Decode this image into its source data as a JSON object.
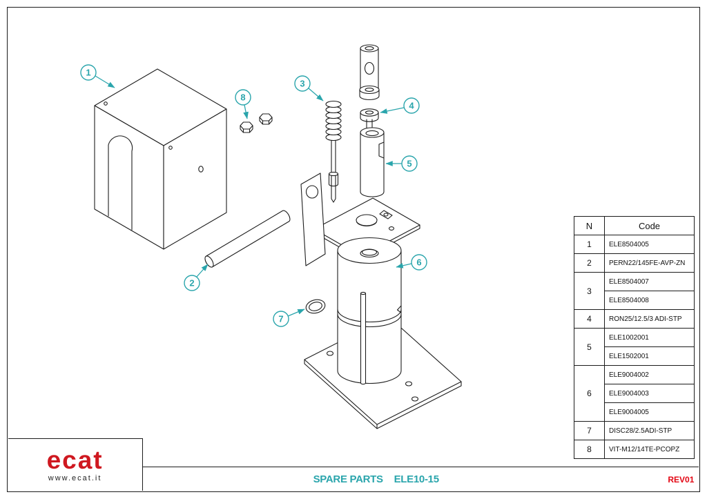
{
  "title_block": {
    "doc_type": "SPARE PARTS",
    "model": "ELE10-15",
    "revision": "REV01",
    "logo_text": "ecat",
    "logo_url": "www.ecat.it"
  },
  "parts_table": {
    "headers": {
      "n": "N",
      "code": "Code"
    },
    "rows": [
      {
        "n": "1",
        "codes": [
          "ELE8504005"
        ]
      },
      {
        "n": "2",
        "codes": [
          "PERN22/145FE-AVP-ZN"
        ]
      },
      {
        "n": "3",
        "codes": [
          "ELE8504007",
          "ELE8504008"
        ]
      },
      {
        "n": "4",
        "codes": [
          "RON25/12.5/3 ADI-STP"
        ]
      },
      {
        "n": "5",
        "codes": [
          "ELE1002001",
          "ELE1502001"
        ]
      },
      {
        "n": "6",
        "codes": [
          "ELE9004002",
          "ELE9004003",
          "ELE9004005"
        ]
      },
      {
        "n": "7",
        "codes": [
          "DISC28/2.5ADI-STP"
        ]
      },
      {
        "n": "8",
        "codes": [
          "VIT-M12/14TE-PCOPZ"
        ]
      }
    ]
  },
  "callouts": [
    {
      "label": "1"
    },
    {
      "label": "2"
    },
    {
      "label": "3"
    },
    {
      "label": "4"
    },
    {
      "label": "5"
    },
    {
      "label": "6"
    },
    {
      "label": "7"
    },
    {
      "label": "8"
    }
  ],
  "colors": {
    "accent_teal": "#2aa5ac",
    "revision_red": "#e30613",
    "brand_red": "#cf1820",
    "line": "#1a1a1a"
  }
}
